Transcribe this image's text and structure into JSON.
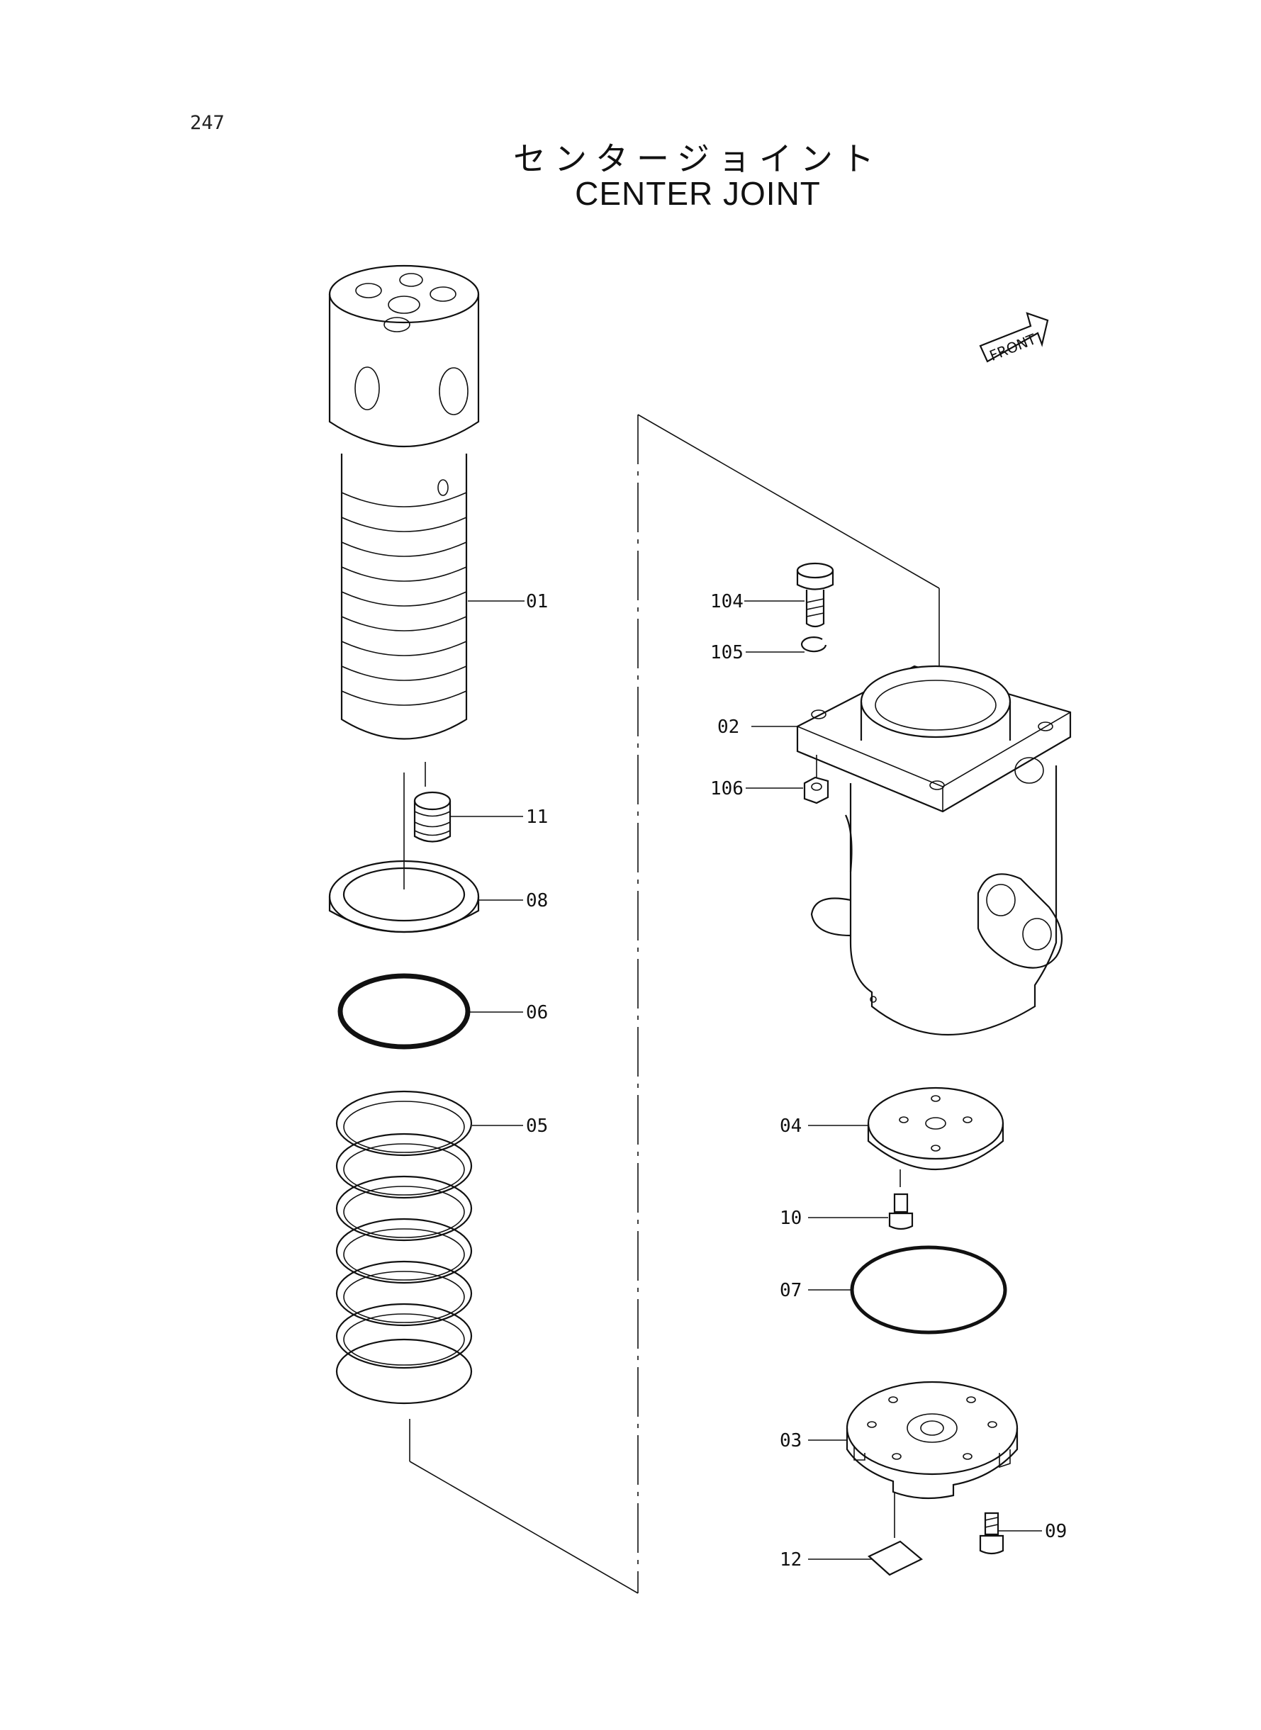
{
  "page": {
    "number": "247"
  },
  "title": {
    "japanese": "センタージョイント",
    "english": "CENTER JOINT"
  },
  "front_marker": {
    "label": "FRONT",
    "icon": "front-arrow-icon"
  },
  "callouts": {
    "c01": "01",
    "c11": "11",
    "c08": "08",
    "c06": "06",
    "c05": "05",
    "c104": "104",
    "c105": "105",
    "c02": "02",
    "c106": "106",
    "c04": "04",
    "c10": "10",
    "c07": "07",
    "c03": "03",
    "c09": "09",
    "c12": "12"
  }
}
